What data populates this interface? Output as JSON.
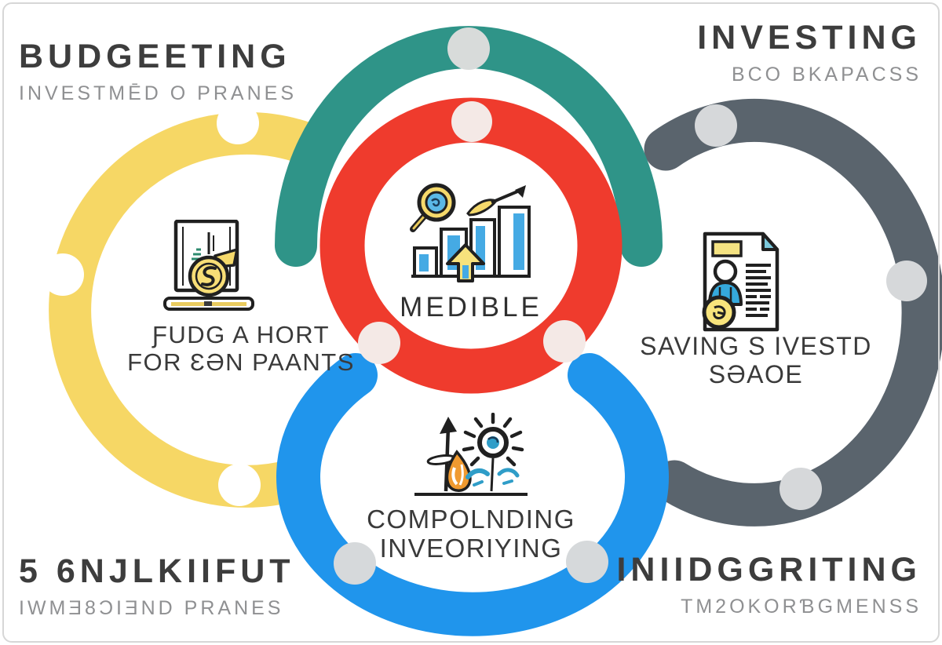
{
  "corners": {
    "top_left": {
      "title": "BUDGEETING",
      "subtitle": "INVESTMĒD O PRANES"
    },
    "top_right": {
      "title": "INVESTING",
      "subtitle": "BCO BKAPACSS"
    },
    "bottom_left": {
      "title": "5 6NJLKIIFUT",
      "subtitle": "IWMƎ8ƆIƎND PRANES"
    },
    "bottom_right": {
      "title": "INIIDGGRITING",
      "subtitle": "TM2OKORƁGMENSS"
    }
  },
  "nodes": {
    "center": {
      "line1": "MEDIBLE",
      "line2": "",
      "icon": "magnifier-growth-chart-icon"
    },
    "left": {
      "line1": "ƑUDG A HORT",
      "line2": "FOR ƐƏN PAANTS",
      "icon": "ledger-coin-icon"
    },
    "right": {
      "line1": "SAVING S IVESTD",
      "line2": "SƏAOE",
      "icon": "statement-person-coin-icon"
    },
    "bottom": {
      "line1": "COMPOLNDING",
      "line2": "INVEORIYING",
      "icon": "growth-plant-sun-icon"
    }
  },
  "rings": {
    "top": {
      "name": "teal-arc",
      "color": "#2F9488"
    },
    "center": {
      "name": "red-ring",
      "color": "#EF3B2D"
    },
    "left": {
      "name": "yellow-arc",
      "color": "#F6D765"
    },
    "right": {
      "name": "slate-arc",
      "color": "#5A646D"
    },
    "bottom": {
      "name": "blue-arc",
      "color": "#2095EC"
    }
  },
  "dot_colors": {
    "on_teal": "#D8DBDA",
    "on_red": "#F4E9E6",
    "on_yellow": "#FFFFFF",
    "on_slate": "#D6D8DA",
    "on_blue": "#D6D9DB"
  },
  "text_colors": {
    "title": "#3D3D3D",
    "subtitle": "#8F9092",
    "label": "#3A3A3A"
  }
}
